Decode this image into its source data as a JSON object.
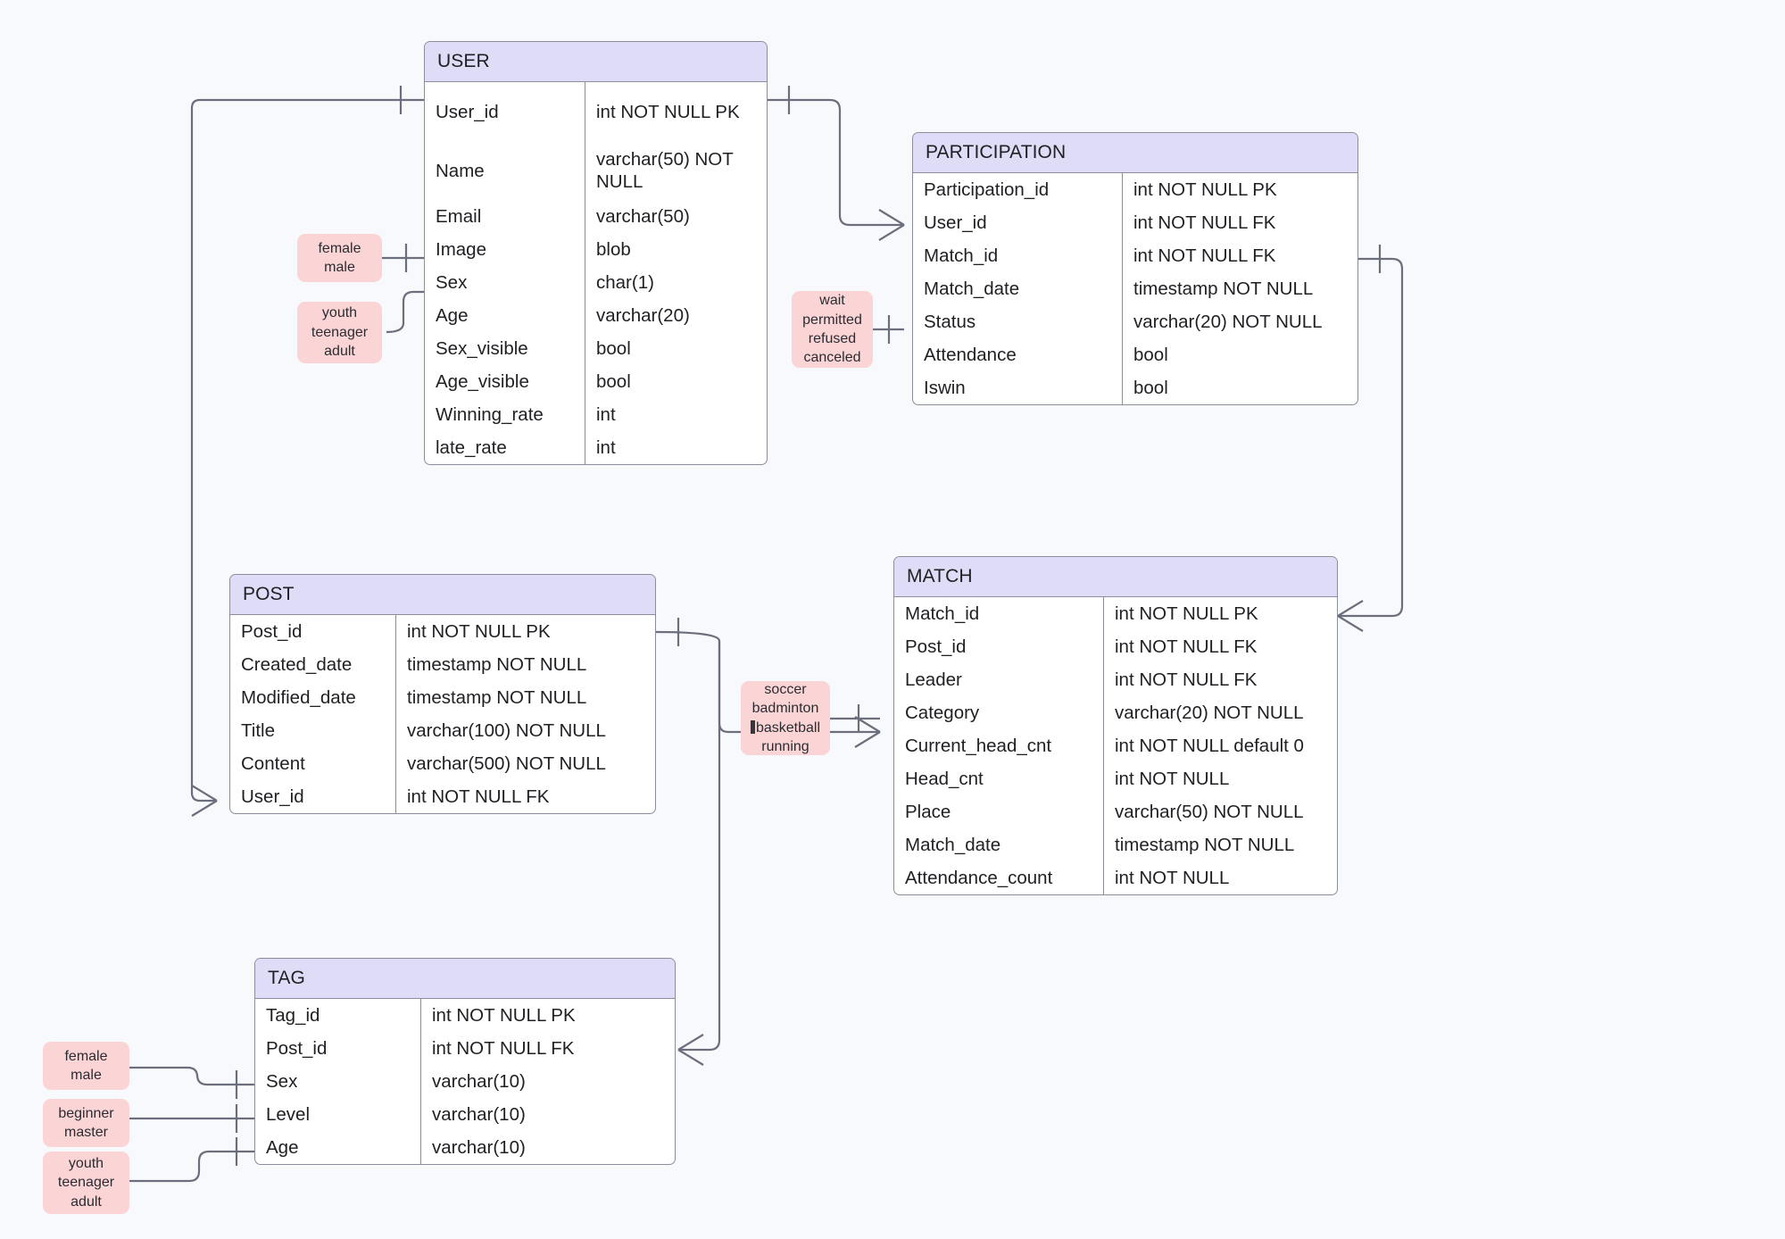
{
  "diagram": {
    "kind": "entity-relationship-diagram",
    "background_color": "#f8f9fc",
    "entity_header_color": "#dedcf6",
    "entity_border_color": "#8a8d9b",
    "note_color": "#fbd5d5",
    "connector_color": "#6b6f7d"
  },
  "entities": {
    "user": {
      "title": "USER",
      "rows": [
        {
          "attribute": "User_id",
          "type": "int NOT NULL PK"
        },
        {
          "attribute": "Name",
          "type": "varchar(50) NOT NULL"
        },
        {
          "attribute": "Email",
          "type": "varchar(50)"
        },
        {
          "attribute": "Image",
          "type": "blob"
        },
        {
          "attribute": "Sex",
          "type": "char(1)"
        },
        {
          "attribute": "Age",
          "type": "varchar(20)"
        },
        {
          "attribute": "Sex_visible",
          "type": "bool"
        },
        {
          "attribute": "Age_visible",
          "type": "bool"
        },
        {
          "attribute": "Winning_rate",
          "type": "int"
        },
        {
          "attribute": "late_rate",
          "type": "int"
        }
      ]
    },
    "participation": {
      "title": "PARTICIPATION",
      "rows": [
        {
          "attribute": "Participation_id",
          "type": "int NOT NULL PK"
        },
        {
          "attribute": "User_id",
          "type": "int NOT NULL FK"
        },
        {
          "attribute": "Match_id",
          "type": "int NOT NULL FK"
        },
        {
          "attribute": "Match_date",
          "type": "timestamp NOT NULL"
        },
        {
          "attribute": "Status",
          "type": "varchar(20) NOT NULL"
        },
        {
          "attribute": "Attendance",
          "type": "bool"
        },
        {
          "attribute": "Iswin",
          "type": "bool"
        }
      ]
    },
    "post": {
      "title": "POST",
      "rows": [
        {
          "attribute": "Post_id",
          "type": "int NOT NULL PK"
        },
        {
          "attribute": "Created_date",
          "type": "timestamp NOT NULL"
        },
        {
          "attribute": "Modified_date",
          "type": "timestamp NOT NULL"
        },
        {
          "attribute": "Title",
          "type": "varchar(100) NOT NULL"
        },
        {
          "attribute": "Content",
          "type": "varchar(500) NOT NULL"
        },
        {
          "attribute": "User_id",
          "type": "int NOT NULL FK"
        }
      ]
    },
    "match": {
      "title": "MATCH",
      "rows": [
        {
          "attribute": "Match_id",
          "type": "int NOT NULL PK"
        },
        {
          "attribute": "Post_id",
          "type": "int NOT NULL FK"
        },
        {
          "attribute": "Leader",
          "type": "int NOT NULL FK"
        },
        {
          "attribute": "Category",
          "type": "varchar(20) NOT NULL"
        },
        {
          "attribute": "Current_head_cnt",
          "type": "int NOT NULL default 0"
        },
        {
          "attribute": "Head_cnt",
          "type": "int NOT NULL"
        },
        {
          "attribute": "Place",
          "type": "varchar(50) NOT NULL"
        },
        {
          "attribute": "Match_date",
          "type": "timestamp NOT NULL"
        },
        {
          "attribute": "Attendance_count",
          "type": "int NOT NULL"
        }
      ]
    },
    "tag": {
      "title": "TAG",
      "rows": [
        {
          "attribute": "Tag_id",
          "type": "int NOT NULL PK"
        },
        {
          "attribute": "Post_id",
          "type": "int NOT NULL FK"
        },
        {
          "attribute": "Sex",
          "type": "varchar(10)"
        },
        {
          "attribute": "Level",
          "type": "varchar(10)"
        },
        {
          "attribute": "Age",
          "type": "varchar(10)"
        }
      ]
    }
  },
  "notes": {
    "user_sex": {
      "lines": [
        "female",
        "male"
      ]
    },
    "user_age": {
      "lines": [
        "youth",
        "teenager",
        "adult"
      ]
    },
    "participation_status": {
      "lines": [
        "wait",
        "permitted",
        "refused",
        "canceled"
      ]
    },
    "match_category": {
      "lines": [
        "soccer",
        "badminton",
        "basketball",
        "running"
      ],
      "caret_before_line_index": 2
    },
    "tag_sex": {
      "lines": [
        "female",
        "male"
      ]
    },
    "tag_level": {
      "lines": [
        "beginner",
        "master"
      ]
    },
    "tag_age": {
      "lines": [
        "youth",
        "teenager",
        "adult"
      ]
    }
  }
}
